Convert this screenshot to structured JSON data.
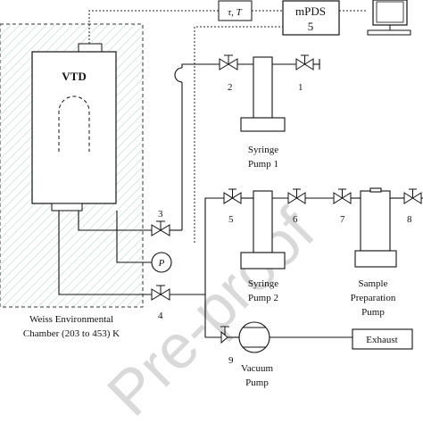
{
  "labels": {
    "vtd": "VTD",
    "tau_t": "τ, T",
    "mpds_line1": "mPDS",
    "mpds_line2": "5",
    "pressure": "P",
    "exhaust": "Exhaust",
    "syringe_pump_1_line1": "Syringe",
    "syringe_pump_1_line2": "Pump 1",
    "syringe_pump_2_line1": "Syringe",
    "syringe_pump_2_line2": "Pump 2",
    "sample_prep_line1": "Sample",
    "sample_prep_line2": "Preparation",
    "sample_prep_line3": "Pump",
    "vacuum_pump_line1": "Vacuum",
    "vacuum_pump_line2": "Pump",
    "chamber_line1": "Weiss Environmental",
    "chamber_line2": "Chamber (203 to 453) K",
    "watermark": "Pre-proof"
  },
  "valves": [
    "1",
    "2",
    "3",
    "4",
    "5",
    "6",
    "7",
    "8",
    "9"
  ]
}
